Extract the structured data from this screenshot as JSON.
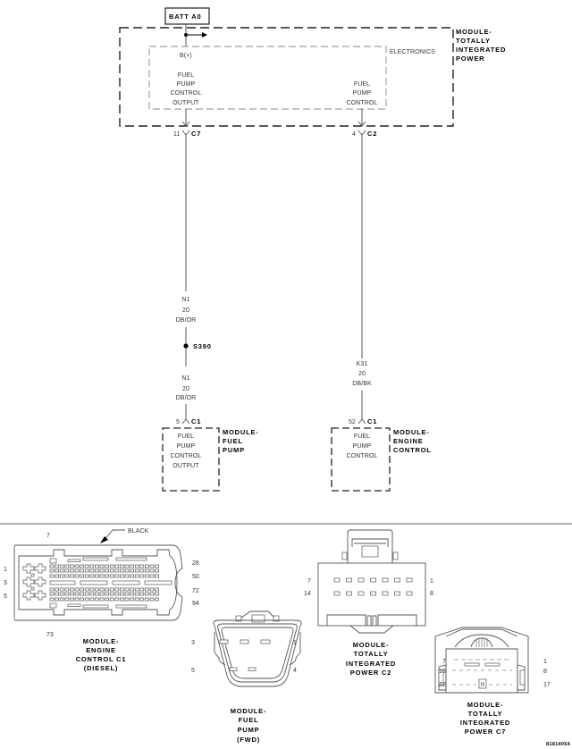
{
  "schematic": {
    "source": {
      "label": "BATT A0"
    },
    "tipm": {
      "module_label": [
        "MODULE-",
        "TOTALLY",
        "INTEGRATED",
        "POWER"
      ],
      "electronics_label": "ELECTRONICS",
      "bplus_label": "B(+)",
      "left_function": [
        "FUEL",
        "PUMP",
        "CONTROL",
        "OUTPUT"
      ],
      "right_function": [
        "FUEL",
        "PUMP",
        "CONTROL"
      ]
    },
    "connectors_top": [
      {
        "pin": "11",
        "connector": "C7"
      },
      {
        "pin": "4",
        "connector": "C2"
      }
    ],
    "wire_left_upper": {
      "circuit": "N1",
      "gauge": "20",
      "color": "DB/OR"
    },
    "splice": {
      "label": "S390"
    },
    "wire_left_lower": {
      "circuit": "N1",
      "gauge": "20",
      "color": "DB/OR"
    },
    "wire_right": {
      "circuit": "K31",
      "gauge": "20",
      "color": "DB/BK"
    },
    "connectors_bottom": [
      {
        "pin": "5",
        "connector": "C1"
      },
      {
        "pin": "52",
        "connector": "C1"
      }
    ],
    "fuel_pump_module": {
      "function": [
        "FUEL",
        "PUMP",
        "CONTROL",
        "OUTPUT"
      ],
      "label": [
        "MODULE-",
        "FUEL",
        "PUMP"
      ]
    },
    "engine_control_module": {
      "function": [
        "FUEL",
        "PUMP",
        "CONTROL"
      ],
      "label": [
        "MODULE-",
        "ENGINE",
        "CONTROL"
      ]
    }
  },
  "connector_views": {
    "ecm_c1": {
      "color_callout": "BLACK",
      "pins_left": [
        "1",
        "3",
        "5"
      ],
      "pin_top": "7",
      "pin_bottom": "73",
      "pins_right": [
        "28",
        "50",
        "72",
        "94"
      ],
      "caption": [
        "MODULE-",
        "ENGINE",
        "CONTROL C1",
        "(DIESEL)"
      ]
    },
    "fuel_pump": {
      "pins_left": [
        "3",
        "5"
      ],
      "pins_right": [
        "1",
        "4"
      ],
      "caption": [
        "MODULE-",
        "FUEL",
        "PUMP",
        "(FWD)"
      ]
    },
    "tipm_c2": {
      "pins_left": [
        "7",
        "14"
      ],
      "pins_right": [
        "1",
        "8"
      ],
      "caption": [
        "MODULE-",
        "TOTALLY",
        "INTEGRATED",
        "POWER C2"
      ]
    },
    "tipm_c7": {
      "pins_left": [
        "7",
        "16",
        "22"
      ],
      "pins_right": [
        "1",
        "8",
        "17"
      ],
      "caption": [
        "MODULE-",
        "TOTALLY",
        "INTEGRATED",
        "POWER C7"
      ]
    }
  },
  "figure_id": "81814054"
}
